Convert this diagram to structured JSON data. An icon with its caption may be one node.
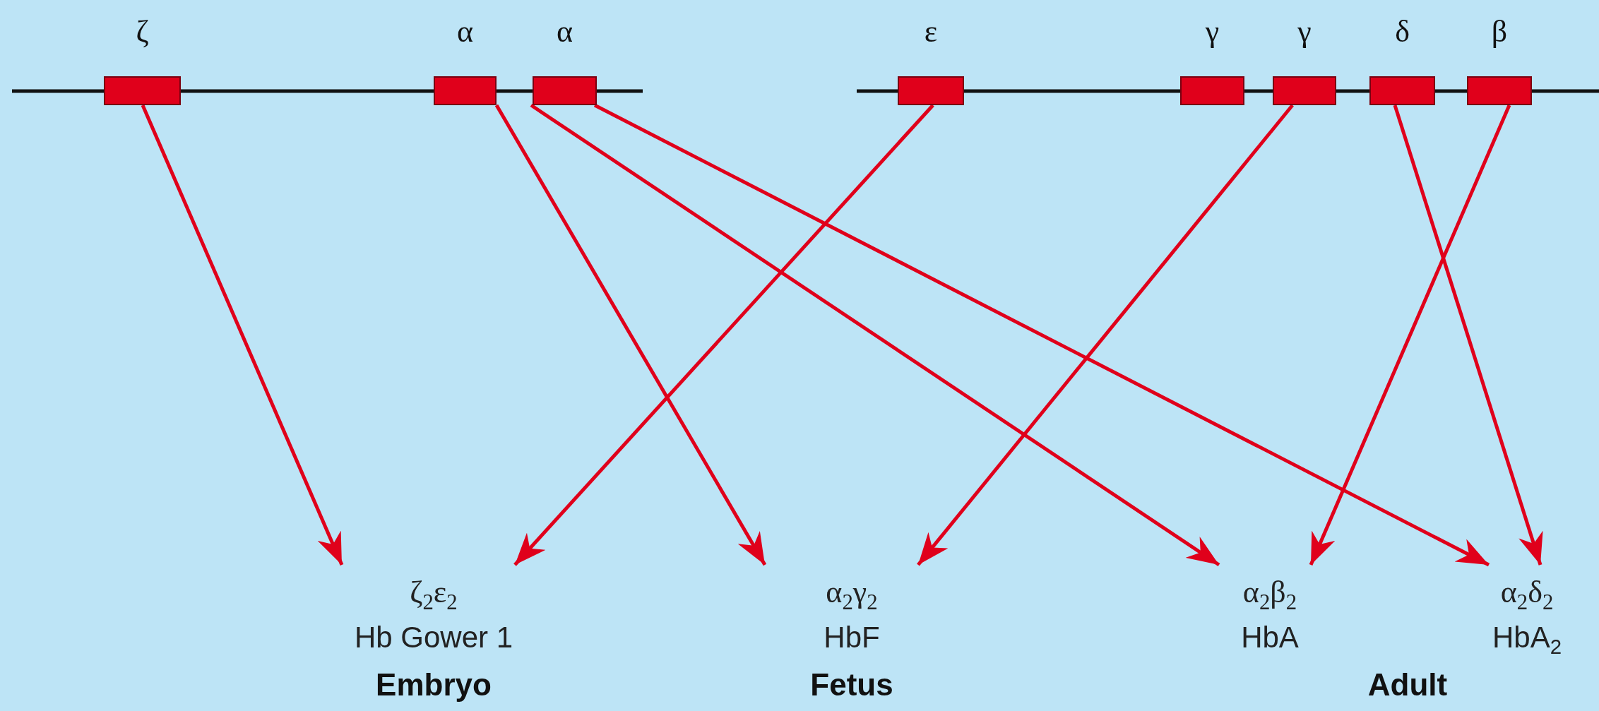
{
  "diagram": {
    "nodes": [
      {
        "text": [
          "ζ"
        ]
      },
      {
        "text": [
          "α"
        ]
      },
      {
        "text": [
          "α"
        ]
      },
      {
        "text": [
          "ε"
        ]
      },
      {
        "text": [
          "γ"
        ]
      },
      {
        "text": [
          "γ"
        ]
      },
      {
        "text": [
          "δ"
        ]
      },
      {
        "text": [
          "β"
        ]
      },
      {
        "text": [
          "ζ$_{2}$ε$_{2}$",
          "Hb Gower 1"
        ]
      },
      {
        "text": [
          "α$_{2}$γ$_{2}$",
          "HbF"
        ]
      },
      {
        "text": [
          "α$_{2}$β$_{2}$",
          "HbA"
        ]
      },
      {
        "text": [
          "α$_{2}$δ$_{2}$",
          "HbA$_{2}$"
        ]
      }
    ],
    "edges": [
      {
        "from": 0,
        "to": 8,
        "arrow": "to"
      },
      {
        "from": 1,
        "to": 9,
        "arrow": "to"
      },
      {
        "from": 2,
        "to": 10,
        "arrow": "to"
      },
      {
        "from": 2,
        "to": 11,
        "arrow": "to"
      },
      {
        "from": 3,
        "to": 8,
        "arrow": "to"
      },
      {
        "from": 5,
        "to": 9,
        "arrow": "to"
      },
      {
        "from": 6,
        "to": 11,
        "arrow": "to"
      },
      {
        "from": 7,
        "to": 10,
        "arrow": "to"
      }
    ],
    "labels": [
      "Embryo",
      "Fetus",
      "Adult"
    ]
  }
}
